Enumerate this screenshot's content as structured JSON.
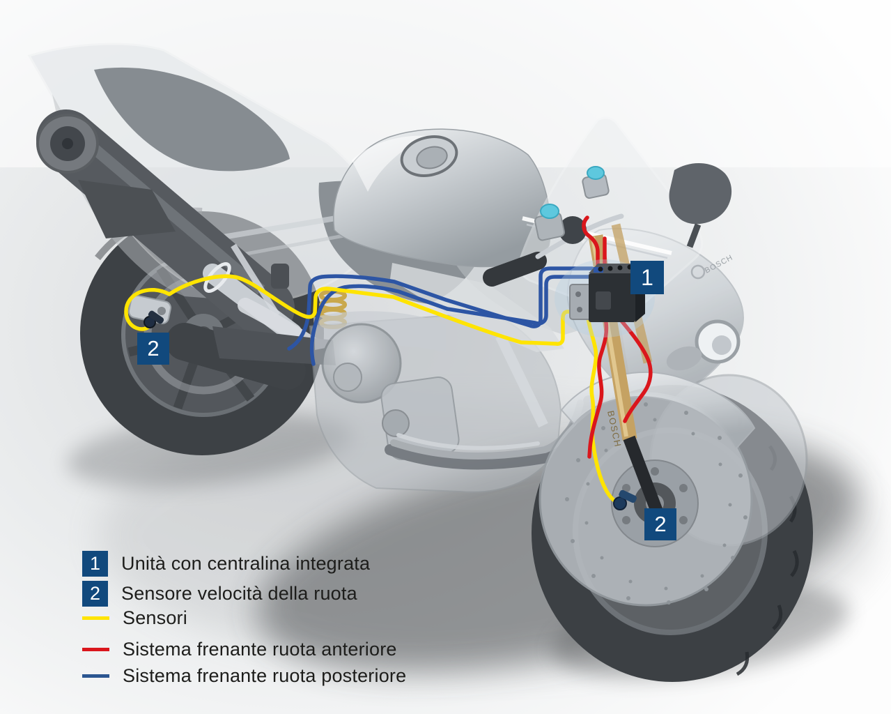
{
  "colors": {
    "badge_navy": "#11497d",
    "sensor_yellow": "#ffe400",
    "front_brake_red": "#da161c",
    "rear_brake_blue": "#2d55a4",
    "legend_text": "#1d1d1b"
  },
  "diagram": {
    "markers": [
      {
        "id": "hydraulic-unit",
        "number": "1"
      },
      {
        "id": "rear-wheel-speed-sensor",
        "number": "2"
      },
      {
        "id": "front-wheel-speed-sensor",
        "number": "2"
      }
    ],
    "brand_fairing": "BOSCH",
    "brand_fork": "BOSCH"
  },
  "legend": {
    "items": [
      {
        "type": "badge",
        "symbol": "1",
        "label": "Unità con centralina integrata"
      },
      {
        "type": "badge",
        "symbol": "2",
        "label": "Sensore velocità della ruota"
      },
      {
        "type": "swatch",
        "color": "#ffe400",
        "label": "Sensori"
      },
      {
        "type": "swatch",
        "color": "#da161c",
        "label": "Sistema frenante ruota anteriore"
      },
      {
        "type": "swatch",
        "color": "#2b5590",
        "label": "Sistema frenante ruota posteriore"
      }
    ]
  }
}
